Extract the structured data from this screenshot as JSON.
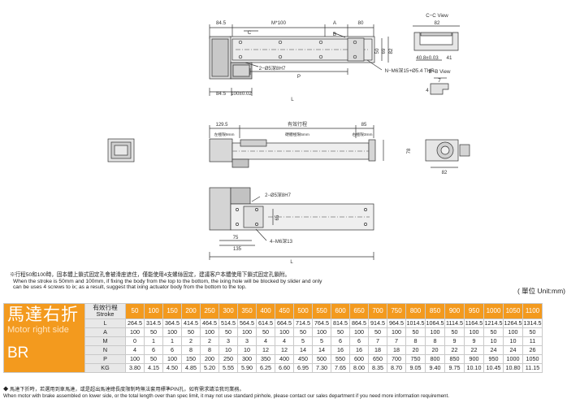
{
  "top_view": {
    "dims": [
      "84.5",
      "M*100",
      "A",
      "80",
      "C",
      "B",
      "69",
      "50",
      "82",
      "2−Ø5深8H7",
      "N−M6深15+Ø5.4 THR.",
      "P",
      "L",
      "84.5",
      "100±0.02"
    ]
  },
  "section_cc": {
    "title": "C−C View",
    "dims": [
      "82",
      "40.8±0.03",
      "41"
    ]
  },
  "section_bb": {
    "title": "B−B View",
    "dims": [
      "7",
      "4"
    ]
  },
  "side_view": {
    "dims": [
      "129.5",
      "有效行程",
      "85",
      "左極限9mm",
      "硬體極限5mm",
      "右極限3mm",
      "78",
      "82"
    ]
  },
  "bottom_view": {
    "dims": [
      "2−Ø5深8H7",
      "75",
      "135",
      "4−M6深13",
      "L",
      "65"
    ]
  },
  "notes": {
    "zh": "※行程50和100時，固本體上鎖式固定孔會被滑座遮住，僅能使用4支螺絲固定，建議客户本體使用下鎖式固定孔鎖附。",
    "en1": "When the stroke is 50mm and 100mm, if fixing the body from the top to the bottom, the ixing hole will be blocked by slider and only",
    "en2": "can be uses 4 screws to ix; as a result, suggest that ixing actuator body from the bottom to the top.",
    "unit": "( 單位 Unit:mm)"
  },
  "table": {
    "motor_zh": "馬達右折",
    "motor_en": "Motor right side",
    "code": "BR",
    "stroke_label_zh": "有效行程",
    "stroke_label_en": "Stroke",
    "strokes": [
      "50",
      "100",
      "150",
      "200",
      "250",
      "300",
      "350",
      "400",
      "450",
      "500",
      "550",
      "600",
      "650",
      "700",
      "750",
      "800",
      "850",
      "900",
      "950",
      "1000",
      "1050",
      "1100"
    ],
    "rows": [
      {
        "label": "L",
        "values": [
          "264.5",
          "314.5",
          "364.5",
          "414.5",
          "464.5",
          "514.5",
          "564.5",
          "614.5",
          "664.5",
          "714.5",
          "764.5",
          "814.5",
          "864.5",
          "914.5",
          "964.5",
          "1014.5",
          "1064.5",
          "1114.5",
          "1164.5",
          "1214.5",
          "1264.5",
          "1314.5"
        ]
      },
      {
        "label": "A",
        "values": [
          "100",
          "50",
          "100",
          "50",
          "100",
          "50",
          "100",
          "50",
          "100",
          "50",
          "100",
          "50",
          "100",
          "50",
          "100",
          "50",
          "100",
          "50",
          "100",
          "50",
          "100",
          "50"
        ]
      },
      {
        "label": "M",
        "values": [
          "0",
          "1",
          "1",
          "2",
          "2",
          "3",
          "3",
          "4",
          "4",
          "5",
          "5",
          "6",
          "6",
          "7",
          "7",
          "8",
          "8",
          "9",
          "9",
          "10",
          "10",
          "11"
        ]
      },
      {
        "label": "N",
        "values": [
          "4",
          "6",
          "6",
          "8",
          "8",
          "10",
          "10",
          "12",
          "12",
          "14",
          "14",
          "16",
          "16",
          "18",
          "18",
          "20",
          "20",
          "22",
          "22",
          "24",
          "24",
          "26"
        ]
      },
      {
        "label": "P",
        "values": [
          "100",
          "50",
          "100",
          "150",
          "200",
          "250",
          "300",
          "350",
          "400",
          "450",
          "500",
          "550",
          "600",
          "650",
          "700",
          "750",
          "800",
          "850",
          "900",
          "950",
          "1000",
          "1050"
        ]
      },
      {
        "label": "KG",
        "values": [
          "3.80",
          "4.15",
          "4.50",
          "4.85",
          "5.20",
          "5.55",
          "5.90",
          "6.25",
          "6.60",
          "6.95",
          "7.30",
          "7.65",
          "8.00",
          "8.35",
          "8.70",
          "9.05",
          "9.40",
          "9.75",
          "10.10",
          "10.45",
          "10.80",
          "11.15"
        ]
      }
    ]
  },
  "footer": {
    "zh": "◆ 馬達下折時，若選用到車馬達，或是超出馬達總長度限制時無法套用標準PIN孔，如有需求請洽我司業務。",
    "en": "When motor with brake assembled on lower side, or the total length over than spec limit, it may not use standard pinhole, please contact our sales department if you need more information requirement."
  },
  "colors": {
    "accent": "#f39a1e",
    "label_bg": "#e8e8e8"
  }
}
